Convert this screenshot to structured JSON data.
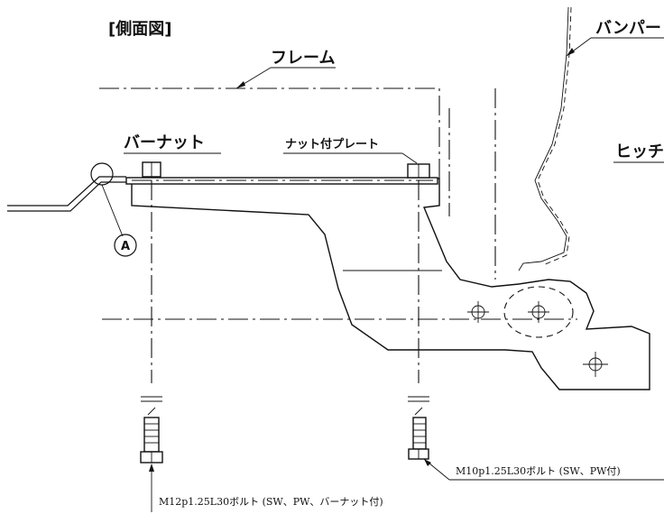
{
  "view_title": "[側面図]",
  "labels": {
    "frame": "フレーム",
    "bumper": "バンパー",
    "bar_nut": "バーナット",
    "nut_plate": "ナット付プレート",
    "hitch": "ヒッチ",
    "detail_a": "A",
    "bolt_m10": "M10p1.25L30ボルト (SW、PW付)",
    "bolt_m12": "M12p1.25L30ボルト (SW、PW、バーナット付)"
  }
}
